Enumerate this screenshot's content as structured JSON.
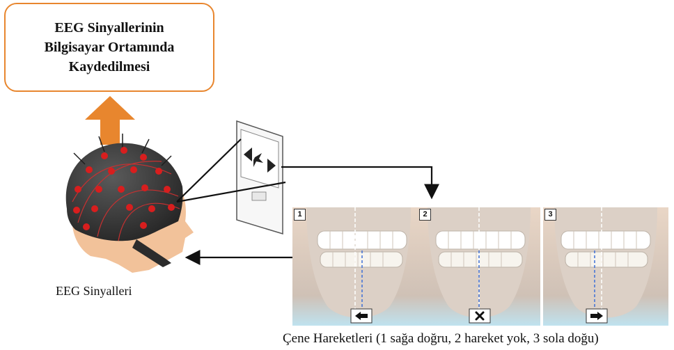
{
  "title_box": {
    "lines": [
      "EEG Sinyallerinin",
      "Bilgisayar Ortamında",
      "Kaydedilmesi"
    ]
  },
  "labels": {
    "eeg_signals": "EEG Sinyalleri",
    "jaw_movements": "Çene Hareketleri (1 sağa doğru, 2 hareket yok, 3 sola doğu)"
  },
  "jaw_panels": [
    {
      "number": "1",
      "direction_icon": "arrow-left-icon"
    },
    {
      "number": "2",
      "direction_icon": "x-mark-icon"
    },
    {
      "number": "3",
      "direction_icon": "arrow-right-icon"
    }
  ],
  "colors": {
    "accent_orange": "#e8862e",
    "electrode_red": "#d81e1e",
    "cap_dark": "#3a3a3a",
    "skin": "#f2c29a"
  }
}
